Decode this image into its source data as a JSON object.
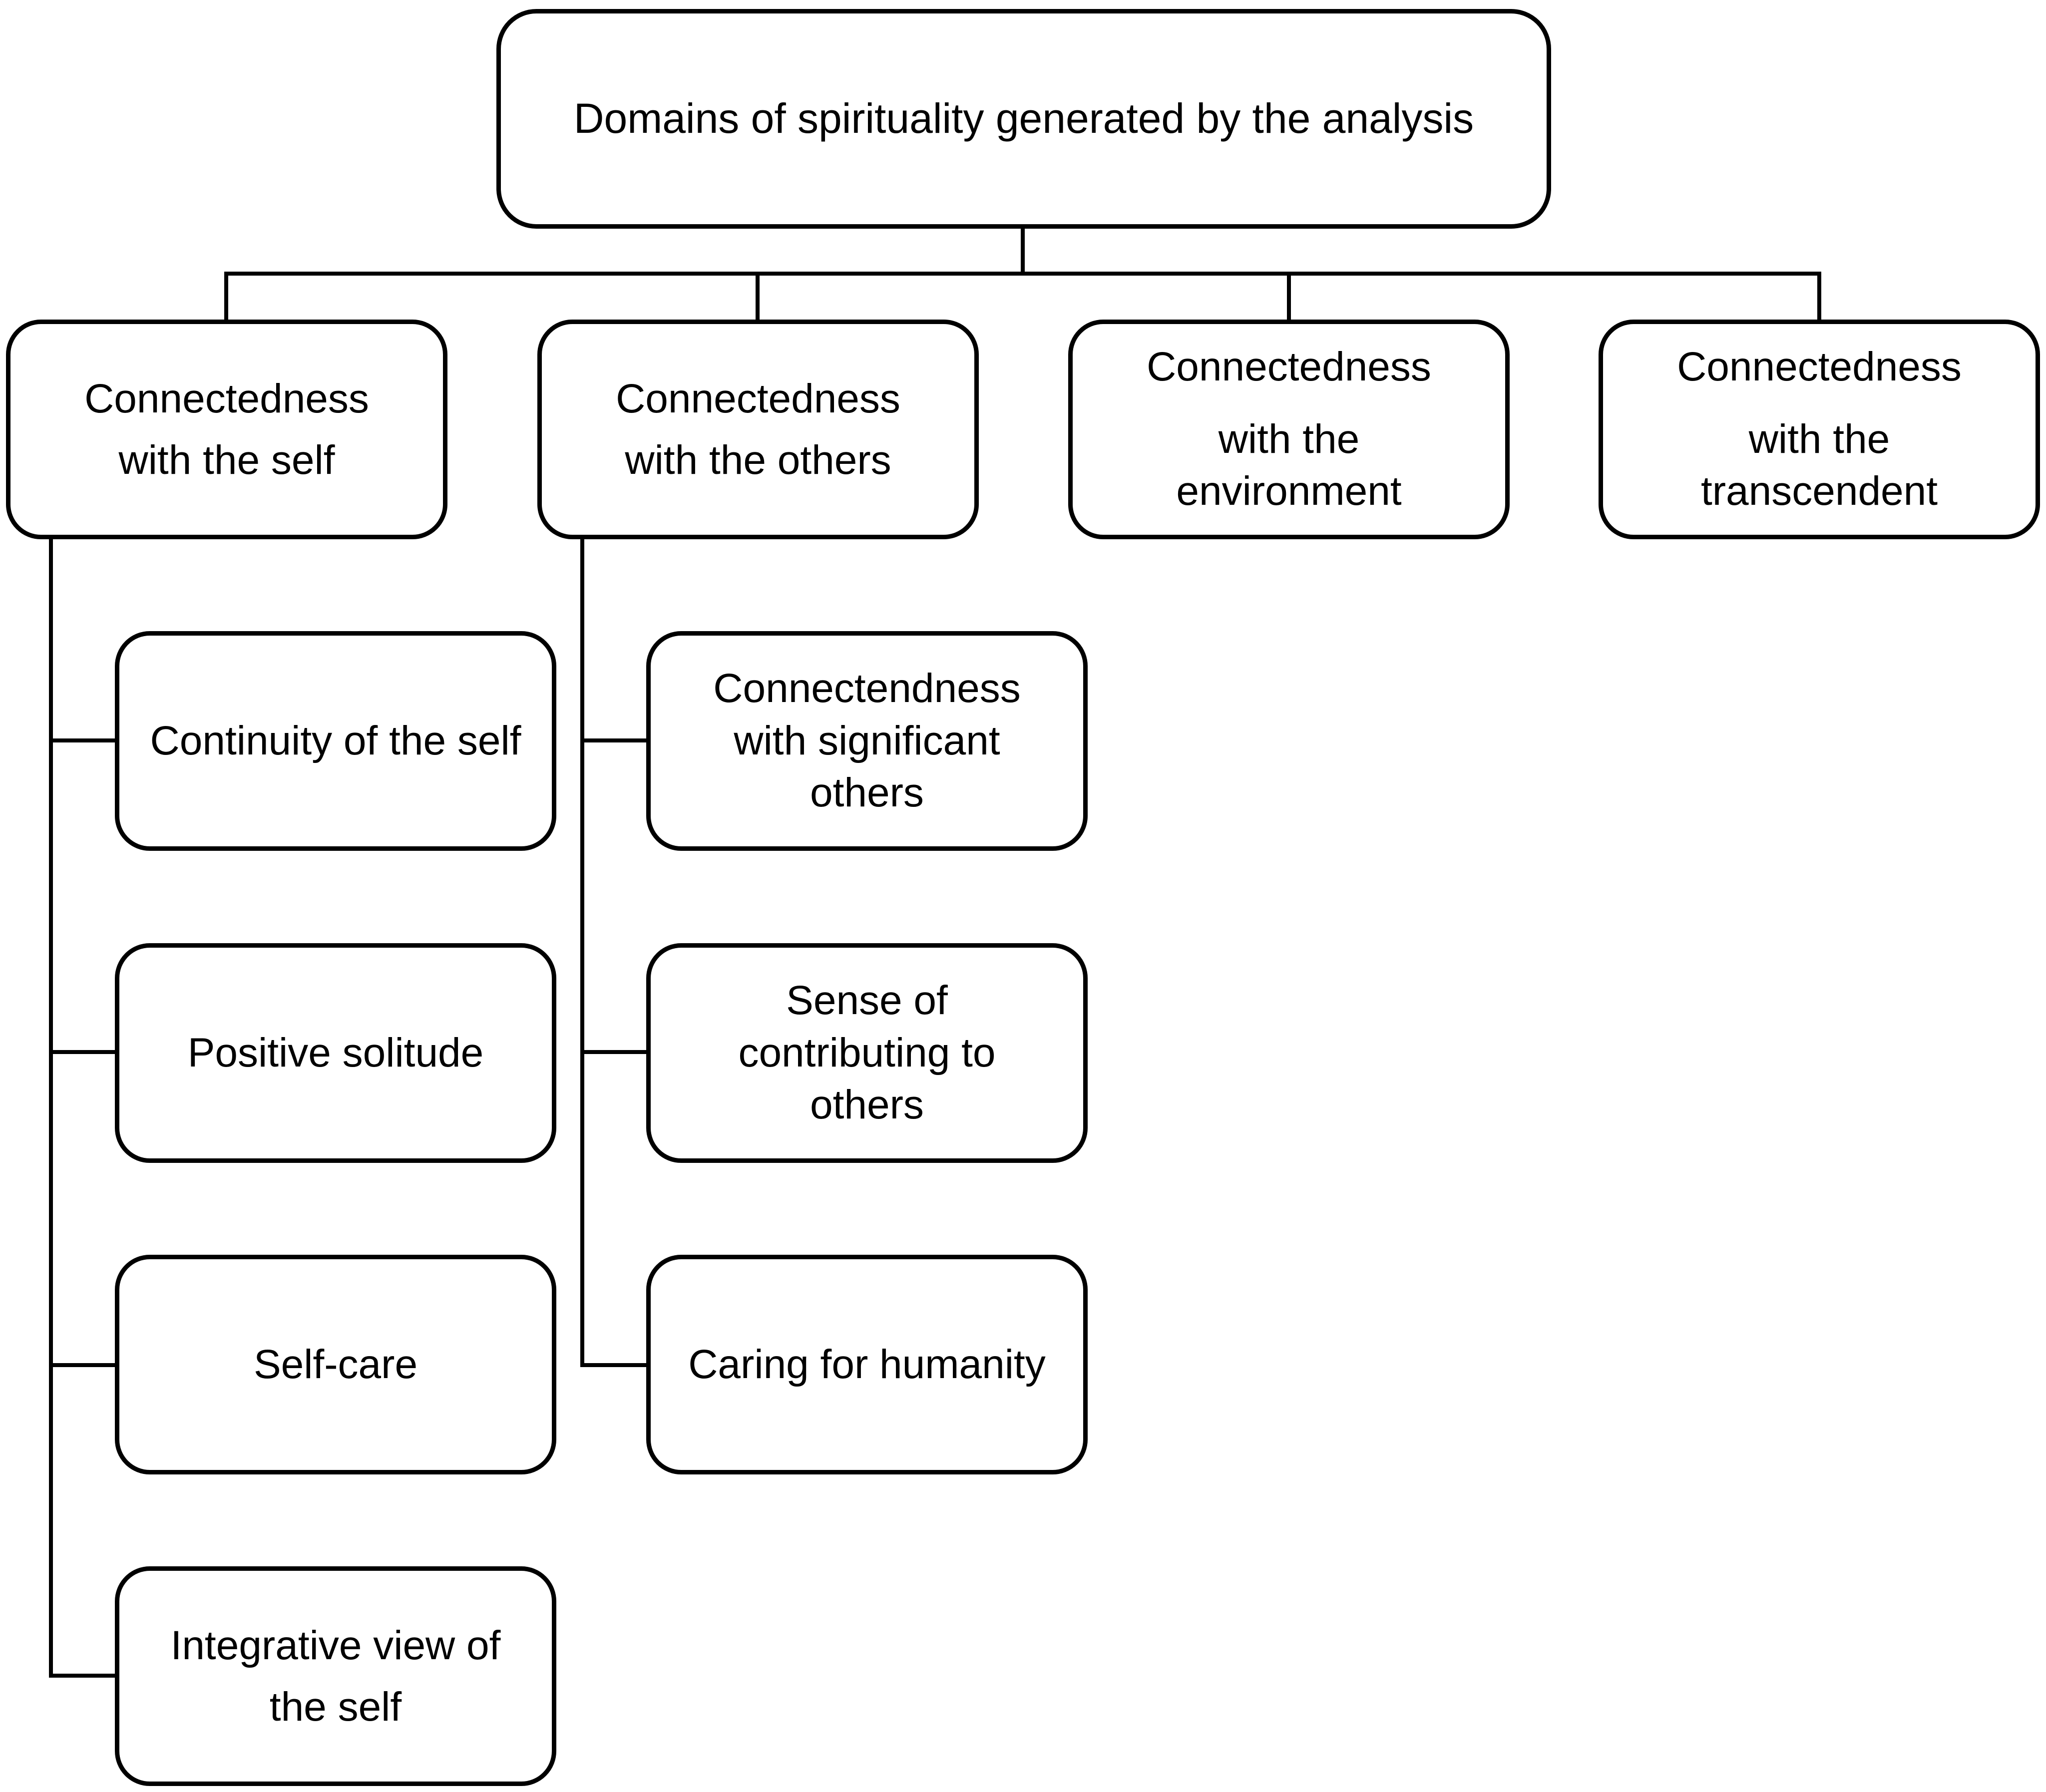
{
  "diagram": {
    "root": "Domains of spirituality generated by the analysis",
    "domains": [
      {
        "label_lines": [
          "Connectedness",
          "with the self"
        ]
      },
      {
        "label_lines": [
          "Connectedness",
          "with the others"
        ]
      },
      {
        "label_lines": [
          "Connectedness",
          "with the",
          "environment"
        ]
      },
      {
        "label_lines": [
          "Connectedness",
          "with the",
          "transcendent"
        ]
      }
    ],
    "self_subdomains": [
      {
        "label_lines": [
          "Continuity of the self"
        ]
      },
      {
        "label_lines": [
          "Positive solitude"
        ]
      },
      {
        "label_lines": [
          "Self-care"
        ]
      },
      {
        "label_lines": [
          "Integrative view of",
          "the self"
        ]
      }
    ],
    "others_subdomains": [
      {
        "label_lines": [
          "Connectendness",
          "with significant",
          "others"
        ]
      },
      {
        "label_lines": [
          "Sense of",
          "contributing to",
          "others"
        ]
      },
      {
        "label_lines": [
          "Caring for humanity"
        ]
      }
    ],
    "colors": {
      "stroke": "#000000",
      "fill": "#ffffff",
      "text": "#000000"
    }
  }
}
